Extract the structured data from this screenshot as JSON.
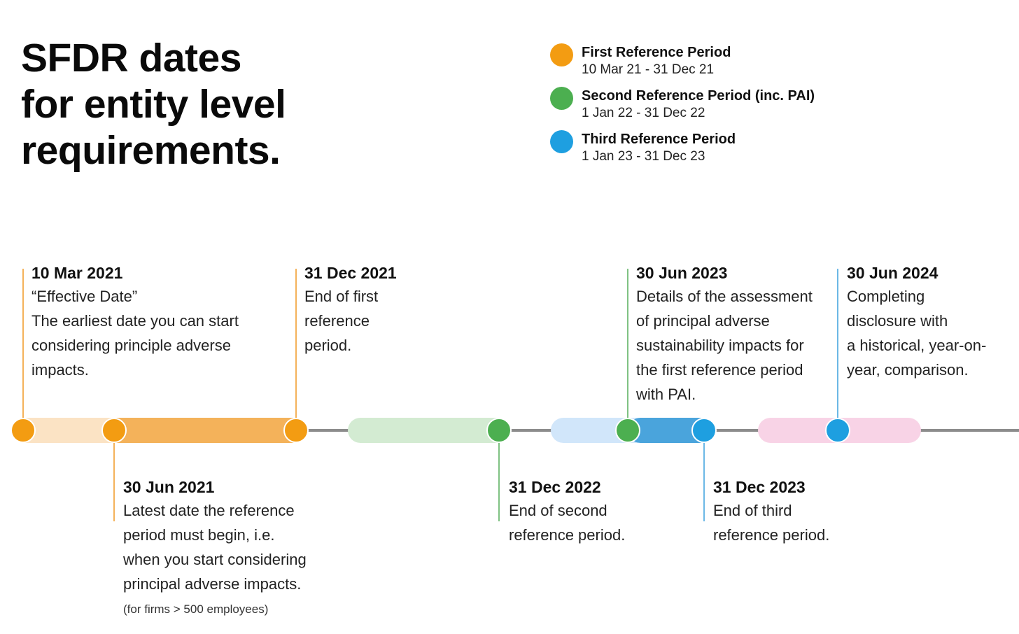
{
  "title": [
    "SFDR dates",
    "for entity level",
    "requirements."
  ],
  "colors": {
    "first": "#f39c12",
    "first_light": "#fbe3c4",
    "first_bar": "#f4b25a",
    "second": "#4caf50",
    "second_light": "#d3ebd2",
    "third": "#1e9fe0",
    "third_light": "#d1e6fa",
    "third_bar": "#4aa4dc",
    "fourth_light": "#f8d3e6",
    "axis": "#8c8c8c"
  },
  "legend": [
    {
      "name": "First Reference Period",
      "range": "10 Mar 21 - 31 Dec 21",
      "color": "#f39c12",
      "icon": "orange-dot-icon"
    },
    {
      "name": "Second Reference Period (inc. PAI)",
      "range": "1 Jan 22 - 31 Dec 22",
      "color": "#4caf50",
      "icon": "green-dot-icon"
    },
    {
      "name": "Third Reference Period",
      "range": "1 Jan 23 - 31 Dec 23",
      "color": "#1e9fe0",
      "icon": "blue-dot-icon"
    }
  ],
  "events": [
    {
      "date": "10 Mar 2021",
      "lines": [
        "“Effective Date”",
        "The earliest date you can start",
        "considering principle adverse",
        "impacts."
      ],
      "footnote": ""
    },
    {
      "date": "30 Jun 2021",
      "lines": [
        "Latest date the reference",
        "period must begin, i.e.",
        "when you start considering",
        "principal adverse impacts."
      ],
      "footnote": "(for firms > 500 employees)"
    },
    {
      "date": "31 Dec 2021",
      "lines": [
        "End of first",
        "reference",
        "period."
      ],
      "footnote": ""
    },
    {
      "date": "31 Dec 2022",
      "lines": [
        "End of second",
        "reference period."
      ],
      "footnote": ""
    },
    {
      "date": "30 Jun 2023",
      "lines": [
        "Details of the assessment",
        "of principal adverse",
        "sustainability impacts for",
        "the first reference period",
        "with PAI."
      ],
      "footnote": ""
    },
    {
      "date": "31 Dec 2023",
      "lines": [
        "End of third",
        "reference period."
      ],
      "footnote": ""
    },
    {
      "date": "30 Jun 2024",
      "lines": [
        "Completing",
        "disclosure with",
        "a historical, year-on-",
        "year, comparison."
      ],
      "footnote": ""
    }
  ]
}
